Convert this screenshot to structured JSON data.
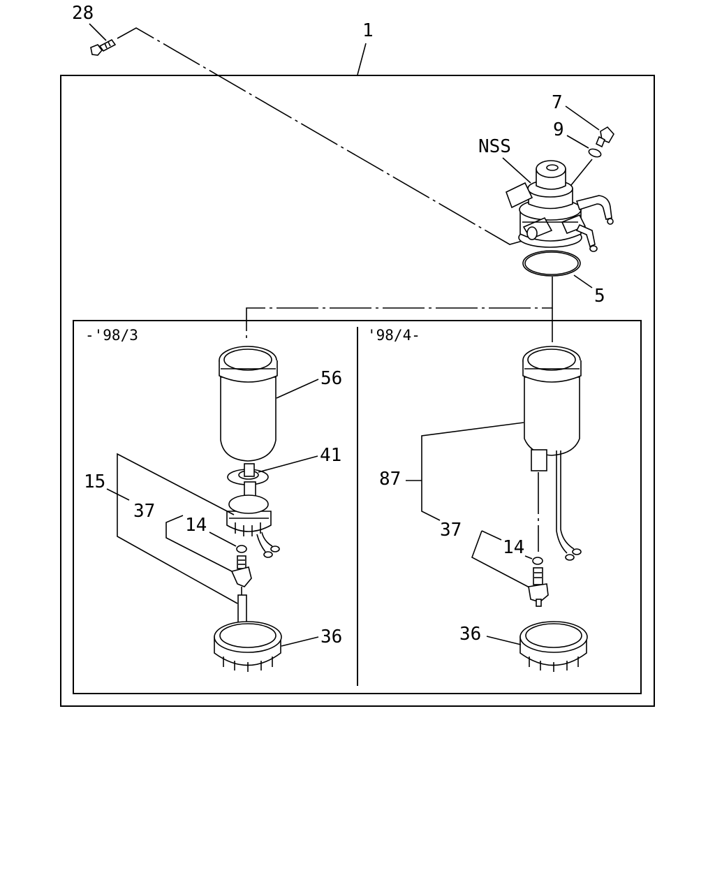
{
  "labels": {
    "assembly": "1",
    "bolt_top": "28",
    "bolt_right": "7",
    "washer": "9",
    "head": "NSS",
    "oring": "5",
    "bowl_left": "56",
    "seal_left": "41",
    "sensor_asm": "15",
    "drain_left": "37",
    "oring_left": "14",
    "ring_left": "36",
    "bowl_right": "87",
    "drain_right": "37",
    "oring_right": "14",
    "ring_right": "36"
  },
  "panels": {
    "left_title": "-'98/3",
    "right_title": "'98/4-"
  },
  "icons": [
    "bolt-icon",
    "washer-icon",
    "filter-head-icon",
    "o-ring-icon",
    "filter-bowl-icon",
    "sensor-icon",
    "drain-plug-icon",
    "retaining-ring-icon"
  ]
}
